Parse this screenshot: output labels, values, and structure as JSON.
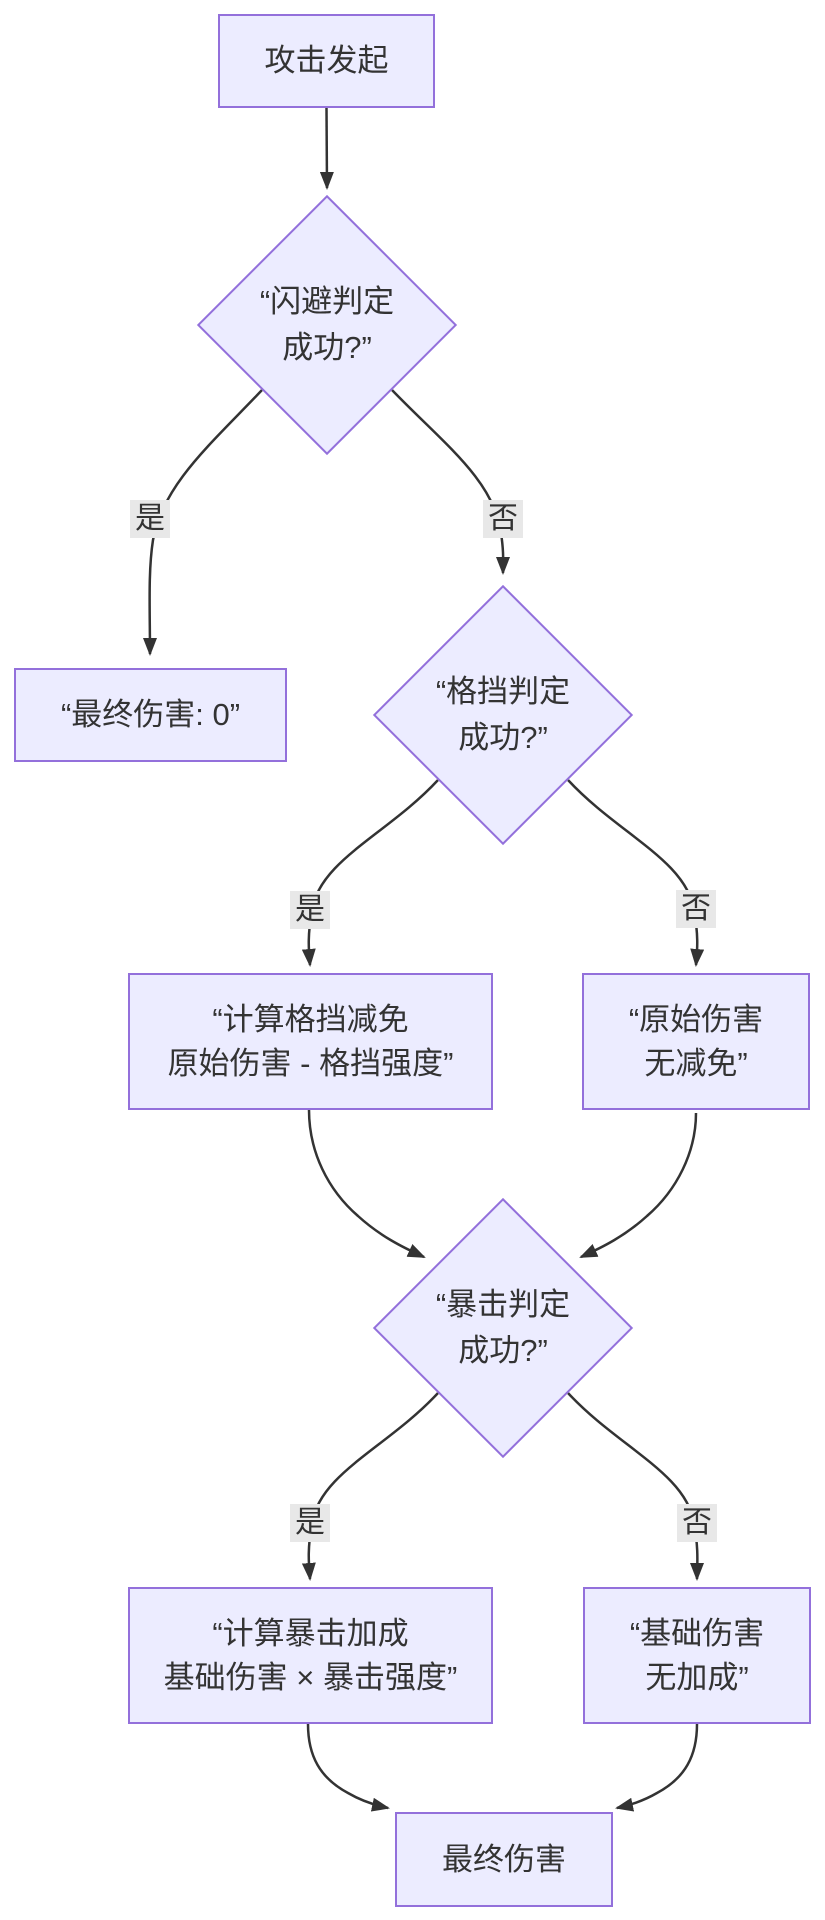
{
  "diagram": {
    "type": "flowchart",
    "direction": "top-down",
    "colors": {
      "background": "#ffffff",
      "node_fill": "#ECECFF",
      "node_border": "#9370DB",
      "edge_line": "#333333",
      "text": "#333333",
      "edge_label_bg": "#e8e8e8"
    },
    "nodes": {
      "attack": {
        "shape": "rect",
        "lines": [
          "攻击发起"
        ]
      },
      "dodge": {
        "shape": "diamond",
        "lines": [
          "“闪避判定",
          "成功?”"
        ]
      },
      "zero": {
        "shape": "rect",
        "lines": [
          "“最终伤害: 0”"
        ]
      },
      "block": {
        "shape": "diamond",
        "lines": [
          "“格挡判定",
          "成功?”"
        ]
      },
      "block_calc": {
        "shape": "rect",
        "lines": [
          "“计算格挡减免",
          "原始伤害 - 格挡强度”"
        ]
      },
      "no_reduce": {
        "shape": "rect",
        "lines": [
          "“原始伤害",
          "无减免”"
        ]
      },
      "crit": {
        "shape": "diamond",
        "lines": [
          "“暴击判定",
          "成功?”"
        ]
      },
      "crit_calc": {
        "shape": "rect",
        "lines": [
          "“计算暴击加成",
          "基础伤害 × 暴击强度”"
        ]
      },
      "no_bonus": {
        "shape": "rect",
        "lines": [
          "“基础伤害",
          "无加成”"
        ]
      },
      "final": {
        "shape": "rect",
        "lines": [
          "最终伤害"
        ]
      }
    },
    "edge_labels": {
      "yes1": "是",
      "no1": "否",
      "yes2": "是",
      "no2": "否",
      "yes3": "是",
      "no3": "否"
    },
    "edges": [
      {
        "from": "attack",
        "to": "dodge",
        "label": ""
      },
      {
        "from": "dodge",
        "to": "zero",
        "label": "是"
      },
      {
        "from": "dodge",
        "to": "block",
        "label": "否"
      },
      {
        "from": "block",
        "to": "block_calc",
        "label": "是"
      },
      {
        "from": "block",
        "to": "no_reduce",
        "label": "否"
      },
      {
        "from": "block_calc",
        "to": "crit",
        "label": ""
      },
      {
        "from": "no_reduce",
        "to": "crit",
        "label": ""
      },
      {
        "from": "crit",
        "to": "crit_calc",
        "label": "是"
      },
      {
        "from": "crit",
        "to": "no_bonus",
        "label": "否"
      },
      {
        "from": "crit_calc",
        "to": "final",
        "label": ""
      },
      {
        "from": "no_bonus",
        "to": "final",
        "label": ""
      }
    ]
  }
}
